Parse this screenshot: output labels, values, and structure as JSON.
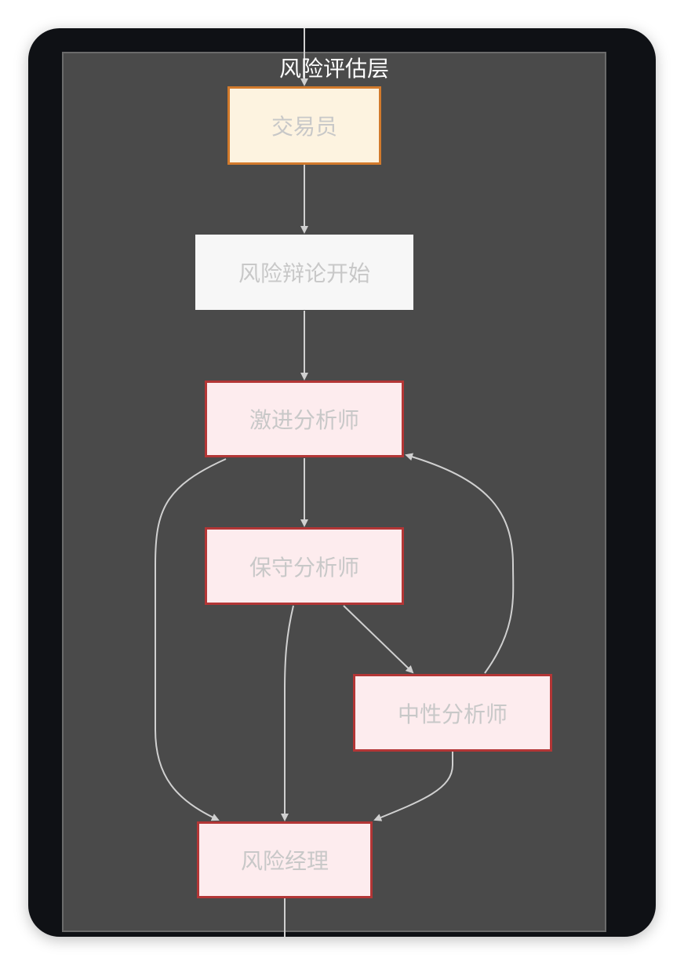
{
  "diagram": {
    "cluster_title": "风险评估层",
    "nodes": {
      "trader": "交易员",
      "debate_start": "风险辩论开始",
      "aggressive": "激进分析师",
      "conservative": "保守分析师",
      "neutral": "中性分析师",
      "manager": "风险经理"
    },
    "edges": [
      {
        "from": "external-top",
        "to": "trader"
      },
      {
        "from": "trader",
        "to": "debate_start"
      },
      {
        "from": "debate_start",
        "to": "aggressive"
      },
      {
        "from": "aggressive",
        "to": "conservative"
      },
      {
        "from": "conservative",
        "to": "neutral"
      },
      {
        "from": "neutral",
        "to": "aggressive"
      },
      {
        "from": "aggressive",
        "to": "manager"
      },
      {
        "from": "conservative",
        "to": "manager"
      },
      {
        "from": "neutral",
        "to": "manager"
      },
      {
        "from": "manager",
        "to": "external-bottom"
      }
    ],
    "colors": {
      "frame_bg": "#0f1115",
      "cluster_bg": "#4a4a4a",
      "trader_fill": "#fdf3e0",
      "trader_stroke": "#d27a2c",
      "agent_fill": "#fdecee",
      "agent_stroke": "#b33636",
      "edge": "#d0d0d0"
    }
  }
}
